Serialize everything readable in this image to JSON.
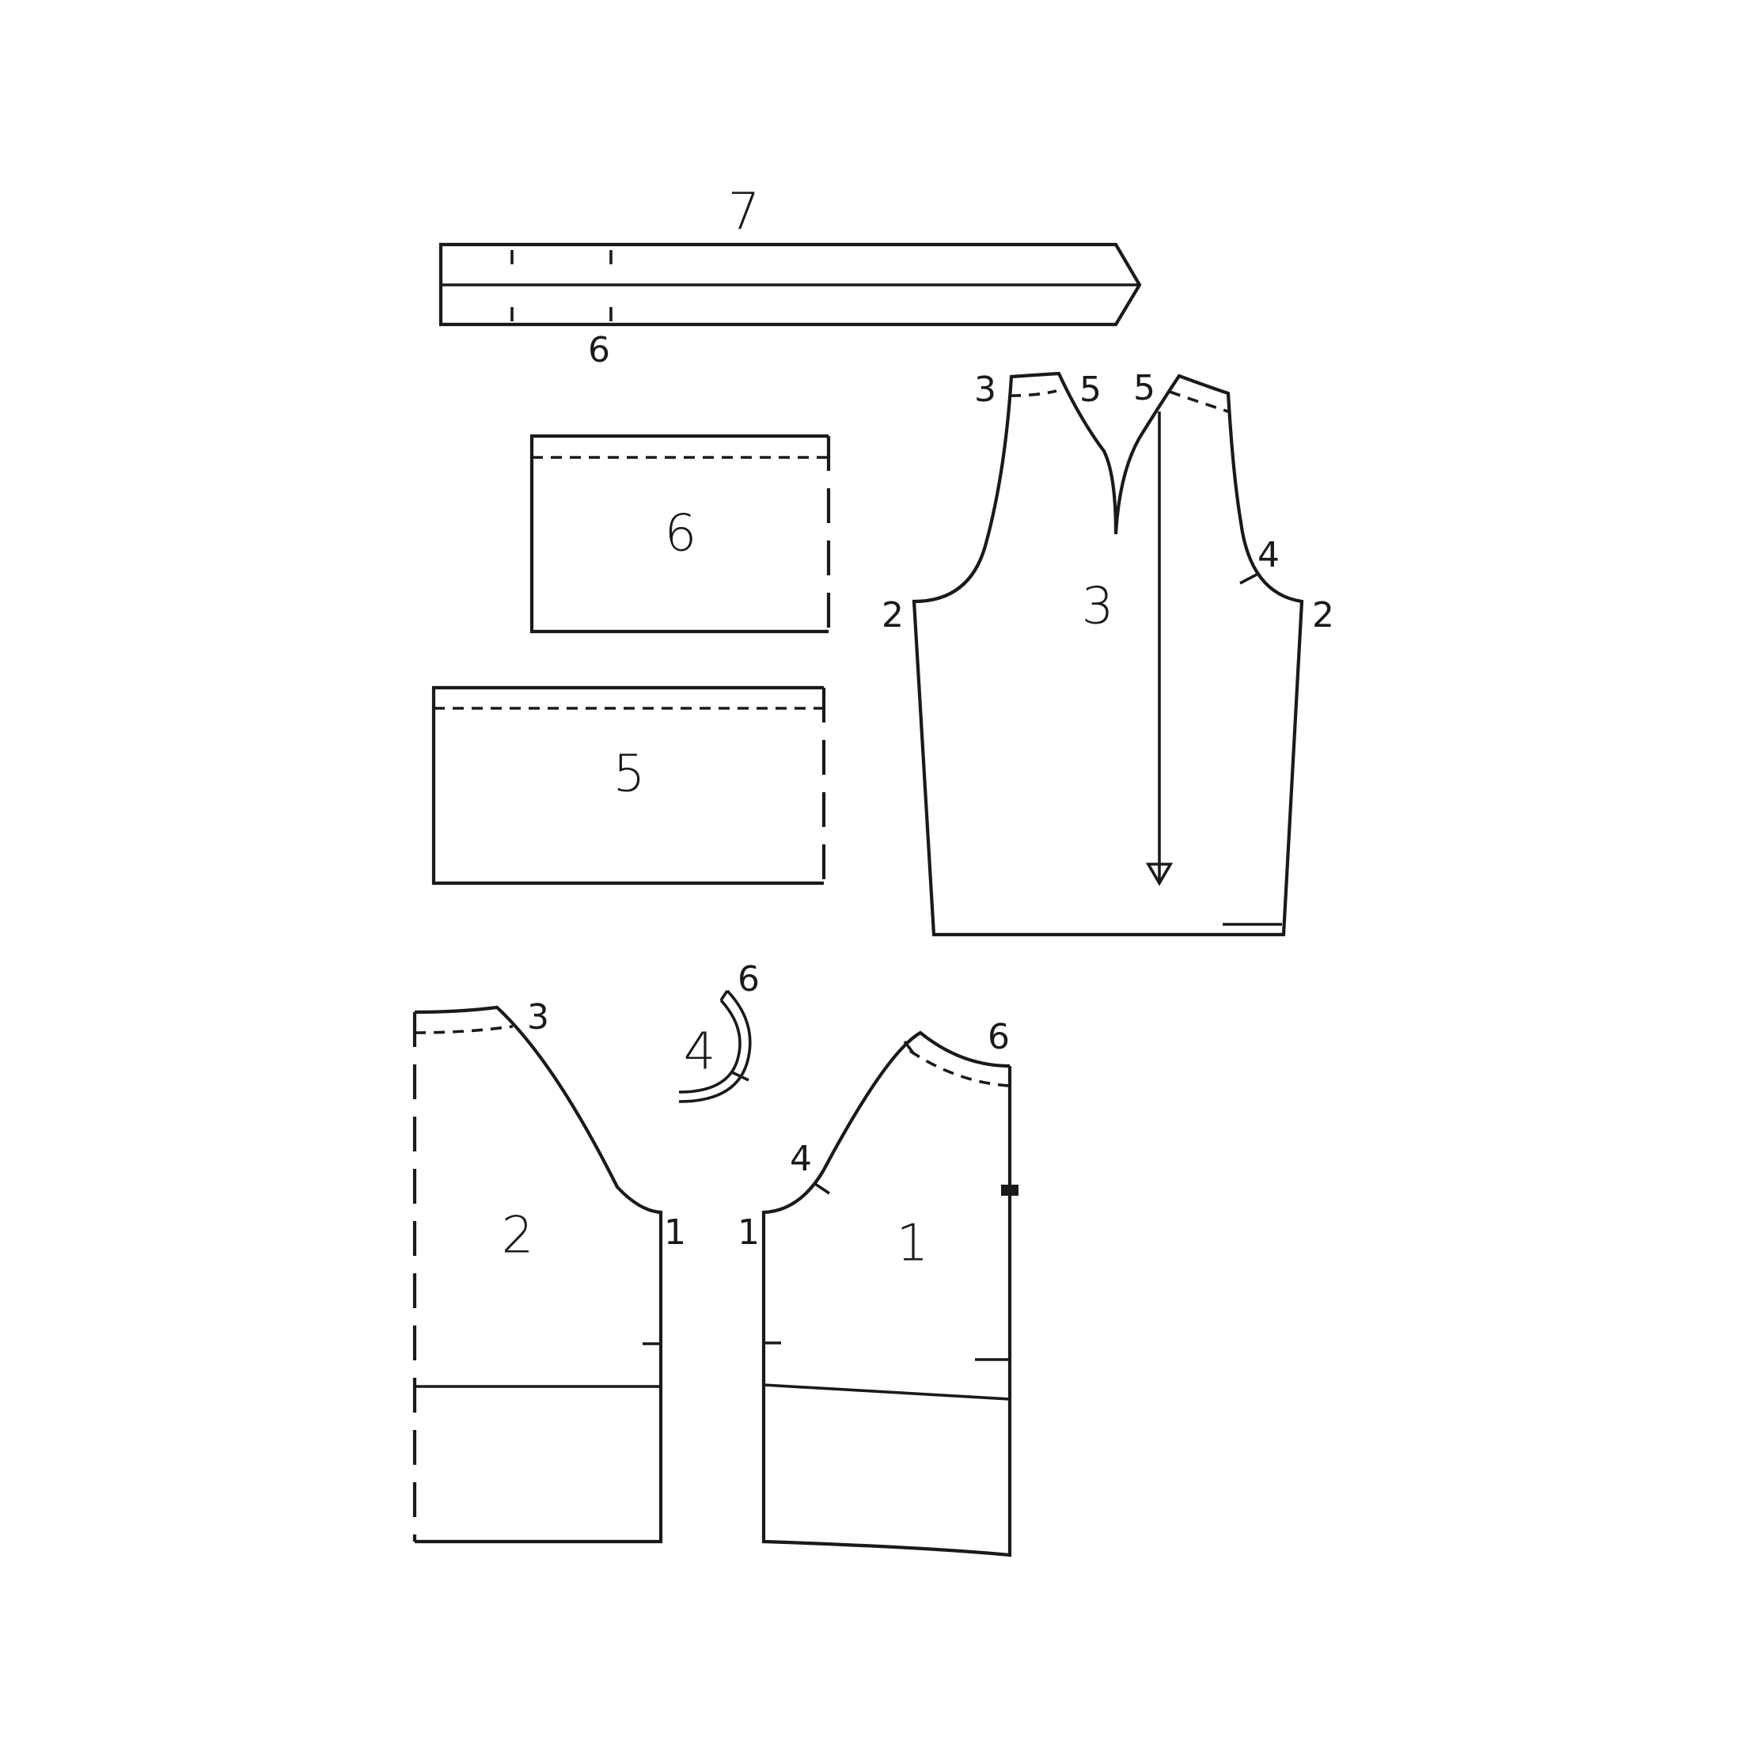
{
  "pieces": {
    "tie": {
      "label": "7",
      "notch_label": "6"
    },
    "pocket_small": {
      "label": "6"
    },
    "pocket_large": {
      "label": "5"
    },
    "back": {
      "label": "3",
      "marks": {
        "neck_left": "3",
        "neck_mid_left": "5",
        "neck_mid_right": "5",
        "armhole_notch": "4",
        "side_left": "2",
        "side_right": "2"
      }
    },
    "sleeve_back_half": {
      "label": "2",
      "marks": {
        "top": "3",
        "underarm": "1"
      }
    },
    "neck_facing": {
      "label": "4",
      "marks": {
        "end": "6"
      }
    },
    "front": {
      "label": "1",
      "marks": {
        "underarm": "1",
        "notch": "4",
        "neck": "6"
      }
    }
  },
  "colors": {
    "line": "#1a1a1a",
    "background": "#ffffff"
  }
}
